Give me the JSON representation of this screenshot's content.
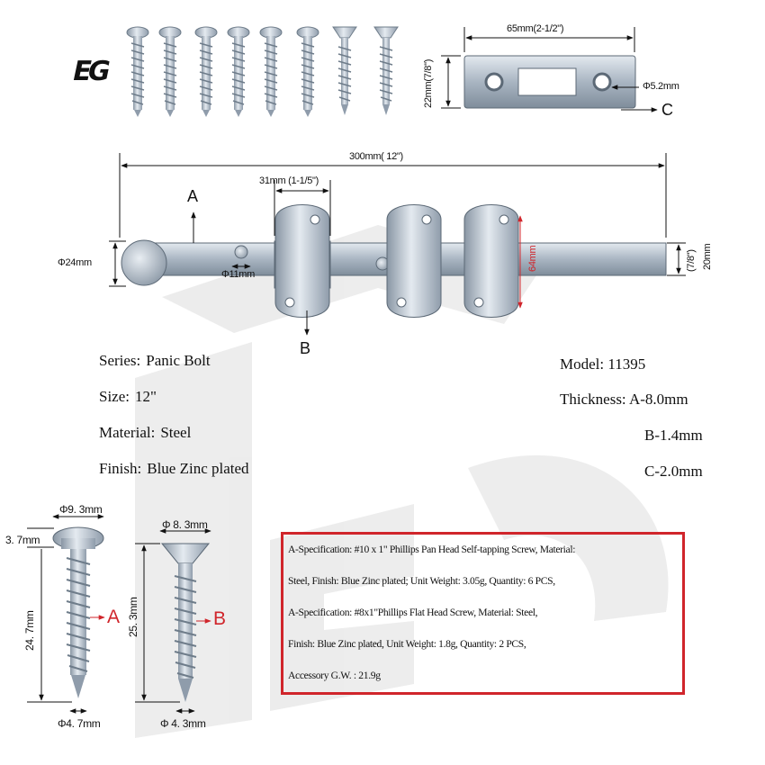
{
  "logo_text": "EG",
  "screws_top": {
    "pan_count": 6,
    "flat_count": 2
  },
  "strike_plate": {
    "width_label": "65mm(2-1/2\")",
    "height_label": "22mm(7/8\")",
    "hole_label": "Φ5.2mm",
    "callout": "C"
  },
  "bolt": {
    "length_label": "300mm( 12\")",
    "bracket_width_label": "31mm (1-1/5\")",
    "knob_label": "Φ24mm",
    "pin_label": "Φ11mm",
    "bracket_height_label": "64mm",
    "bar_width_label": "(7/8\")",
    "bar_width_mm": "20mm",
    "callout_a": "A",
    "callout_b": "B"
  },
  "specs_left": [
    {
      "label": "Series:",
      "value": "Panic Bolt"
    },
    {
      "label": "Size:",
      "value": "12\""
    },
    {
      "label": "Material:",
      "value": "Steel"
    },
    {
      "label": "Finish:",
      "value": "Blue Zinc plated"
    }
  ],
  "specs_right": {
    "model": "Model: 11395",
    "thickness_a": "Thickness: A-8.0mm",
    "thickness_b": "B-1.4mm",
    "thickness_c": "C-2.0mm"
  },
  "screw_a": {
    "head_dia": "Φ9. 3mm",
    "head_h": "3. 7mm",
    "length": "24. 7mm",
    "shank_dia": "Φ4. 7mm",
    "callout": "A"
  },
  "screw_b": {
    "head_dia": "Φ 8. 3mm",
    "length": "25. 3mm",
    "shank_dia": "Φ 4. 3mm",
    "callout": "B"
  },
  "spec_box": {
    "line1": "A-Specification: #10 x 1\" Phillips Pan Head Self-tapping Screw, Material:",
    "line2": "Steel, Finish: Blue Zinc plated; Unit Weight: 3.05g, Quantity: 6 PCS,",
    "line3": "A-Specification: #8x1\"Phillips Flat Head Screw, Material: Steel,",
    "line4": "Finish: Blue Zinc plated, Unit Weight: 1.8g, Quantity: 2 PCS,",
    "line5": "Accessory G.W. : 21.9g"
  },
  "colors": {
    "accent_red": "#d0252b",
    "metal": "#b8c3cf"
  }
}
